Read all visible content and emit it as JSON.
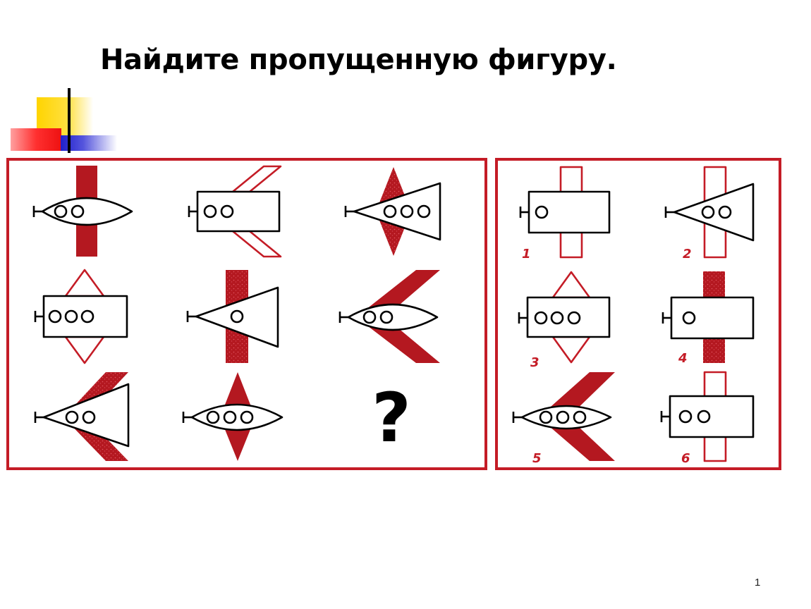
{
  "slide": {
    "title": "Найдите пропущенную фигуру.",
    "page_number": "1"
  },
  "puzzle": {
    "question_mark": "?",
    "answer_labels": [
      "1",
      "2",
      "3",
      "4",
      "5",
      "6"
    ],
    "colors": {
      "frame": "#c41c26",
      "accent": "#b41820",
      "outline": "#000000",
      "background": "#ffffff"
    }
  }
}
